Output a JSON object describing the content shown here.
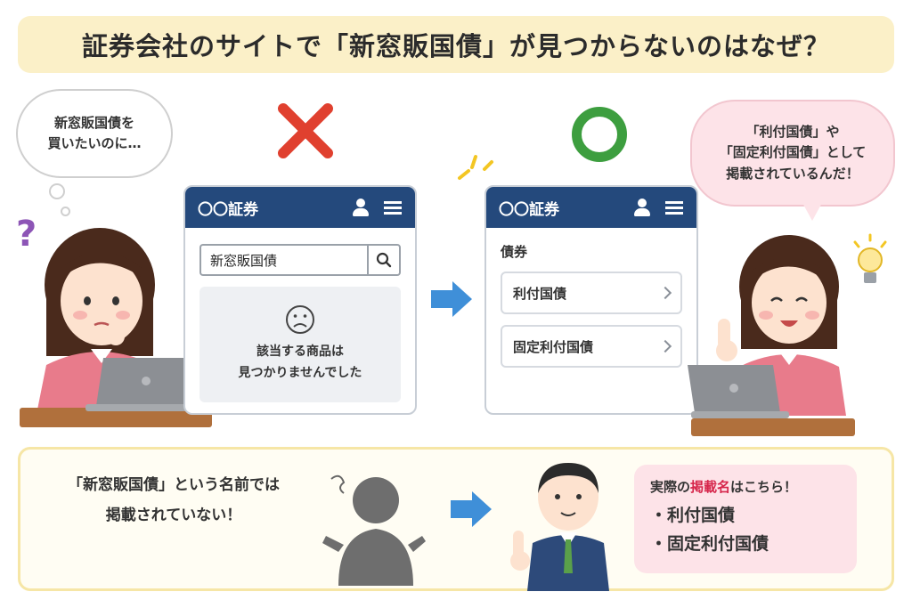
{
  "title": "証券会社のサイトで「新窓販国債」が見つからないのはなぜ？",
  "thought_bubble": {
    "line1": "新窓販国債を",
    "line2": "買いたいのに…"
  },
  "speech_bubble": {
    "line1": "「利付国債」や",
    "line2": "「固定利付国債」として",
    "line3": "掲載されているんだ！"
  },
  "left_card": {
    "brand": "〇〇証券",
    "search_value": "新窓販国債",
    "no_result_line1": "該当する商品は",
    "no_result_line2": "見つかりませんでした"
  },
  "right_card": {
    "brand": "〇〇証券",
    "section": "債券",
    "items": [
      {
        "label": "利付国債"
      },
      {
        "label": "固定利付国債"
      }
    ]
  },
  "bottom": {
    "text_line1": "「新窓販国債」という名前では",
    "text_line2": "掲載されていない！",
    "info_prefix": "実際の",
    "info_emphasis": "掲載名",
    "info_suffix": "はこちら！",
    "info_items": [
      {
        "label": "・利付国債"
      },
      {
        "label": "・固定利付国債"
      }
    ]
  },
  "icons": {
    "wrong": "cross-mark-icon",
    "right": "circle-mark-icon",
    "question": "question-mark-icon",
    "search": "search-icon",
    "user": "user-icon",
    "menu": "hamburger-menu-icon",
    "sad": "sad-face-icon",
    "arrow": "arrow-right-icon",
    "lightbulb": "lightbulb-icon"
  },
  "colors": {
    "header": "#24497c",
    "cross": "#e0402f",
    "circle": "#3d9e3f",
    "arrow": "#3f8fd8",
    "title_bg": "#fbf0c8",
    "pink": "#fde3e8",
    "emphasis": "#d6264b"
  }
}
